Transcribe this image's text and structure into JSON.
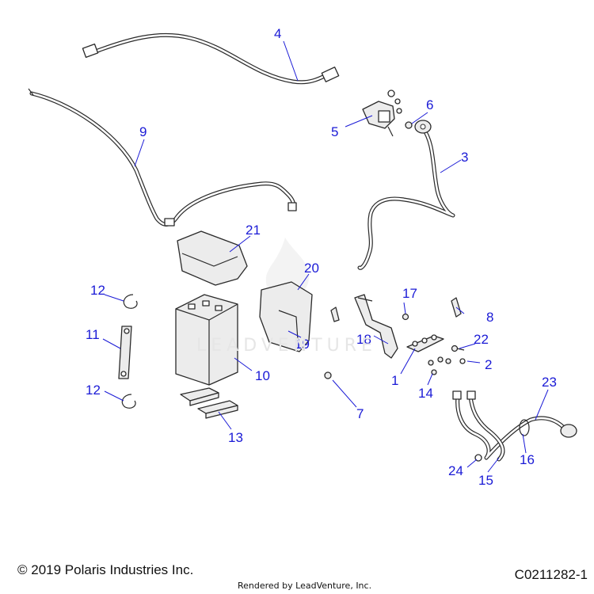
{
  "callouts": {
    "c1": "1",
    "c2": "2",
    "c3": "3",
    "c4": "4",
    "c5": "5",
    "c6": "6",
    "c7": "7",
    "c8": "8",
    "c9": "9",
    "c10": "10",
    "c11": "11",
    "c12a": "12",
    "c12b": "12",
    "c13": "13",
    "c14": "14",
    "c15": "15",
    "c16": "16",
    "c17": "17",
    "c18": "18",
    "c19": "19",
    "c20": "20",
    "c21": "21",
    "c22": "22",
    "c23": "23",
    "c24": "24"
  },
  "footer": {
    "copyright": "© 2019 Polaris Industries Inc.",
    "rendered_by": "Rendered by LeadVenture, Inc.",
    "diagram_id": "C0211282-1"
  },
  "watermark": "LEADVENTURE",
  "colors": {
    "callout": "#1a1ad6",
    "line": "#3a3a3a",
    "part_fill": "#ececec",
    "part_stroke": "#2a2a2a"
  }
}
